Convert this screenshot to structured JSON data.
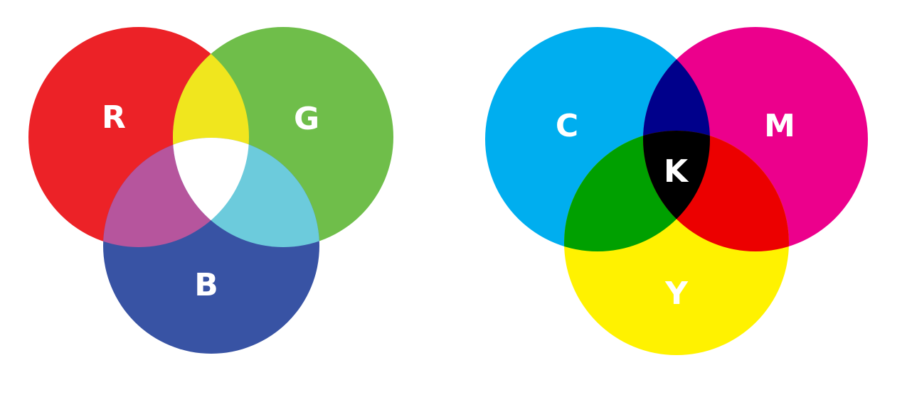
{
  "rgb_model": {
    "circles": [
      {
        "id": "red",
        "label": "R",
        "color": "#ec2227"
      },
      {
        "id": "green",
        "label": "G",
        "color": "#6fbe4a"
      },
      {
        "id": "blue",
        "label": "B",
        "color": "#3853a4"
      }
    ],
    "overlaps": {
      "red_green": "#f0e61e",
      "red_blue": "#b6559d",
      "green_blue": "#6ccbdc",
      "center": "#ffffff"
    }
  },
  "cmyk_model": {
    "circles": [
      {
        "id": "cyan",
        "label": "C",
        "color": "#00aeef"
      },
      {
        "id": "magenta",
        "label": "M",
        "color": "#ec008c"
      },
      {
        "id": "yellow",
        "label": "Y",
        "color": "#fff200"
      }
    ],
    "overlaps": {
      "cyan_magenta": "#00008b",
      "cyan_yellow": "#00a000",
      "magenta_yellow": "#ec0000",
      "center": "#000000"
    },
    "center_label": "K"
  }
}
